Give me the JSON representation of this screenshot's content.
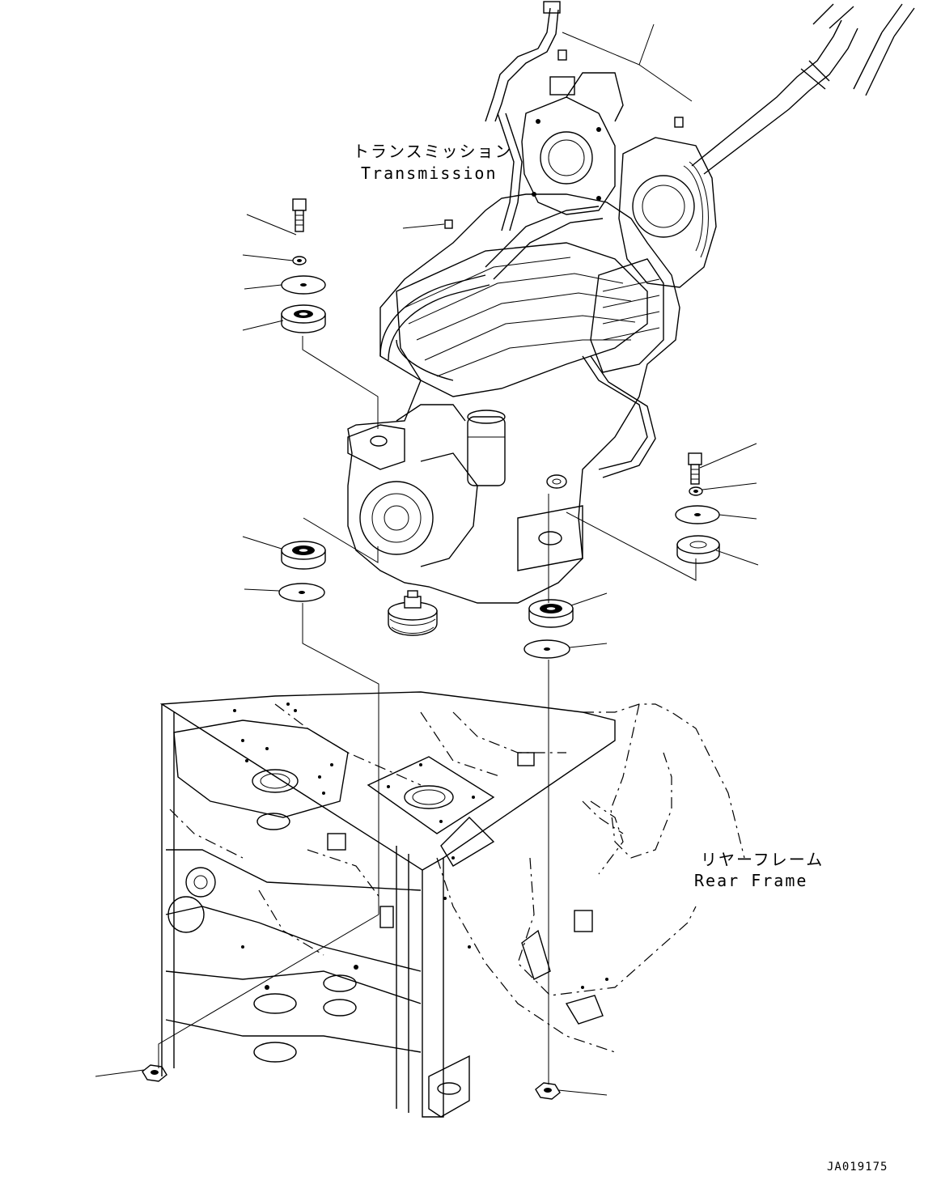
{
  "labels": {
    "transmission_jp": "トランスミッション",
    "transmission_en": "Transmission",
    "rear_frame_jp": "リヤーフレーム",
    "rear_frame_en": "Rear Frame"
  },
  "drawing_code": "JA019175"
}
